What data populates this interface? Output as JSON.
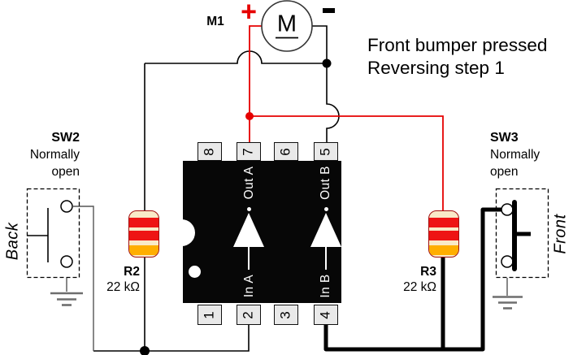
{
  "annotation": {
    "line1": "Front bumper pressed",
    "line2": "Reversing step 1"
  },
  "motor": {
    "name": "M1",
    "letter": "M",
    "plus": "+",
    "minus": "−"
  },
  "chip": {
    "pins_top": [
      "8",
      "7",
      "6",
      "5"
    ],
    "pins_bottom": [
      "1",
      "2",
      "3",
      "4"
    ],
    "labels": {
      "out_a": "Out A",
      "in_a": "In A",
      "out_b": "Out B",
      "in_b": "In B"
    }
  },
  "resistors": {
    "r2": {
      "name": "R2",
      "value": "22 kΩ"
    },
    "r3": {
      "name": "R3",
      "value": "22 kΩ"
    },
    "body_color": "#f9e9c8",
    "band_colors": [
      "#ee1414",
      "#ee1414",
      "#ffae00"
    ]
  },
  "switches": {
    "sw2": {
      "name": "SW2",
      "note1": "Normally",
      "note2": "open",
      "direction": "Back",
      "state": "open"
    },
    "sw3": {
      "name": "SW3",
      "note1": "Normally",
      "note2": "open",
      "direction": "Front",
      "state": "closed"
    }
  },
  "colors": {
    "active_wire": "#e60000",
    "wire": "#000000",
    "ground": "#6e6e6e"
  }
}
